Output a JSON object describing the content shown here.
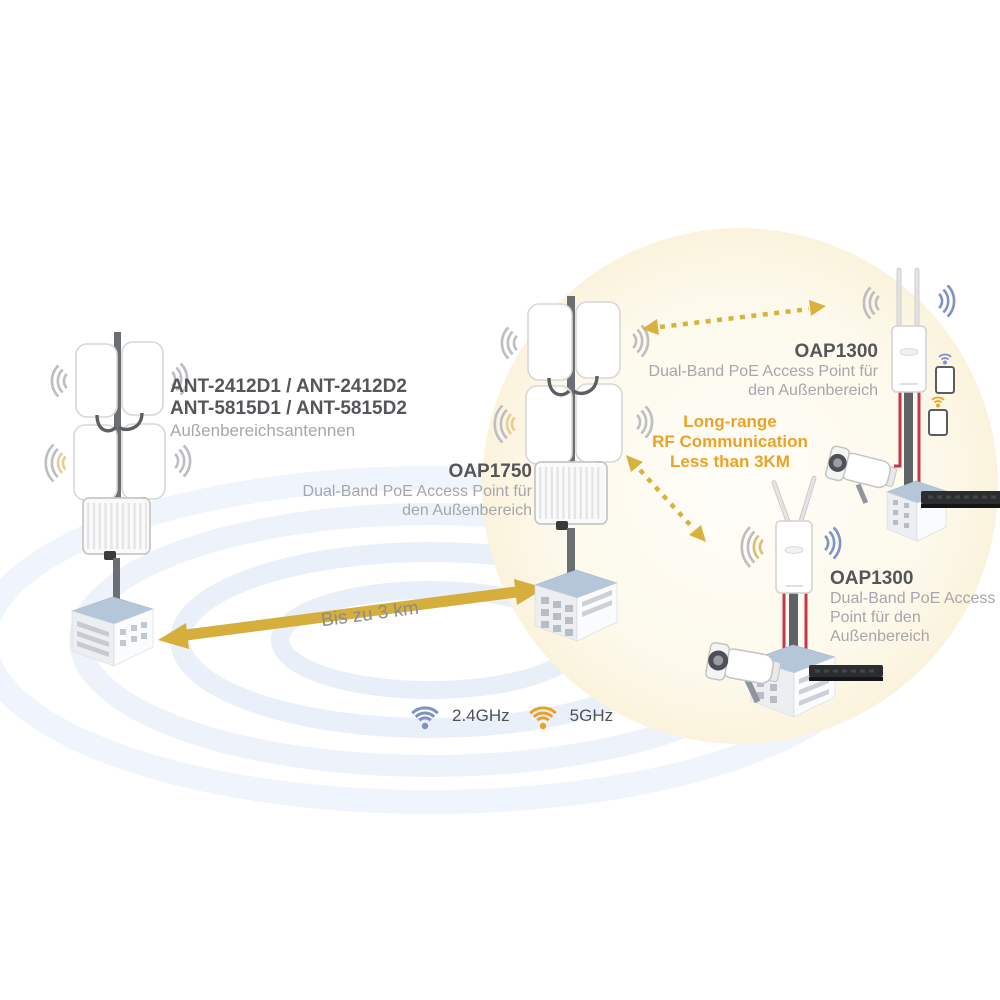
{
  "colors": {
    "gold_arrow": "#d5ae3c",
    "orange_callout": "#eaa326",
    "blue_wave": "#8193c6",
    "orange_wave": "#e8a72a",
    "tan_wave": "#dcbd74",
    "gray_wave": "#bcbec1",
    "text_dark": "#55565a",
    "text_light": "#a5a7aa",
    "red_cable": "#c8354b",
    "roof_blue": "#b6c6d9"
  },
  "left_antenna": {
    "model_line1": "ANT-2412D1 / ANT-2412D2",
    "model_line2": "ANT-5815D1 / ANT-5815D2",
    "subtitle": "Außenbereichsantennen"
  },
  "oap1750": {
    "model": "OAP1750",
    "desc_line1": "Dual-Band PoE Access Point für",
    "desc_line2": "den Außenbereich"
  },
  "oap1300_top": {
    "model": "OAP1300",
    "desc_line1": "Dual-Band PoE Access Point für",
    "desc_line2": "den Außenbereich"
  },
  "oap1300_bottom": {
    "model": "OAP1300",
    "desc_line1": "Dual-Band PoE Access",
    "desc_line2": "Point für den",
    "desc_line3": "Außenbereich"
  },
  "callout": {
    "line1": "Long-range",
    "line2": "RF Communication",
    "line3": "Less than 3KM"
  },
  "distance_label": "Bis zu 3 km",
  "legend": {
    "band_24ghz": "2.4GHz",
    "band_5ghz": "5GHz",
    "icon_24ghz": "wifi-icon-blue",
    "icon_5ghz": "wifi-icon-orange"
  }
}
